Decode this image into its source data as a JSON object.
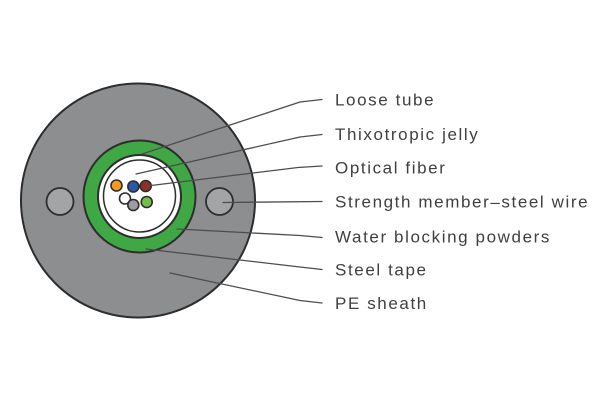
{
  "diagram": {
    "type": "fiber-optic-cable-cross-section",
    "labels": [
      {
        "id": "loose-tube",
        "text": "Loose tube"
      },
      {
        "id": "thixotropic-jelly",
        "text": "Thixotropic jelly"
      },
      {
        "id": "optical-fiber",
        "text": "Optical fiber"
      },
      {
        "id": "strength-member",
        "text": "Strength member–steel wire"
      },
      {
        "id": "water-blocking",
        "text": "Water blocking powders"
      },
      {
        "id": "steel-tape",
        "text": "Steel tape"
      },
      {
        "id": "pe-sheath",
        "text": "PE sheath"
      }
    ],
    "colors": {
      "pe_sheath_gray": "#8d8e90",
      "strength_member_gray": "#a3a4a6",
      "steel_tape_green": "#3fa844",
      "ring_white": "#ffffff",
      "loose_tube_white": "#ffffff",
      "outline_dark": "#2d2d2d",
      "leader_line": "#4d4d4d",
      "label_text": "#3f3f3f"
    },
    "fibers": [
      {
        "name": "orange",
        "color": "#f79b1e"
      },
      {
        "name": "blue",
        "color": "#2b58a9"
      },
      {
        "name": "dark-red",
        "color": "#8c3029"
      },
      {
        "name": "white",
        "color": "#ffffff"
      },
      {
        "name": "gray",
        "color": "#9d9ea0"
      },
      {
        "name": "green",
        "color": "#74bf45"
      }
    ]
  }
}
